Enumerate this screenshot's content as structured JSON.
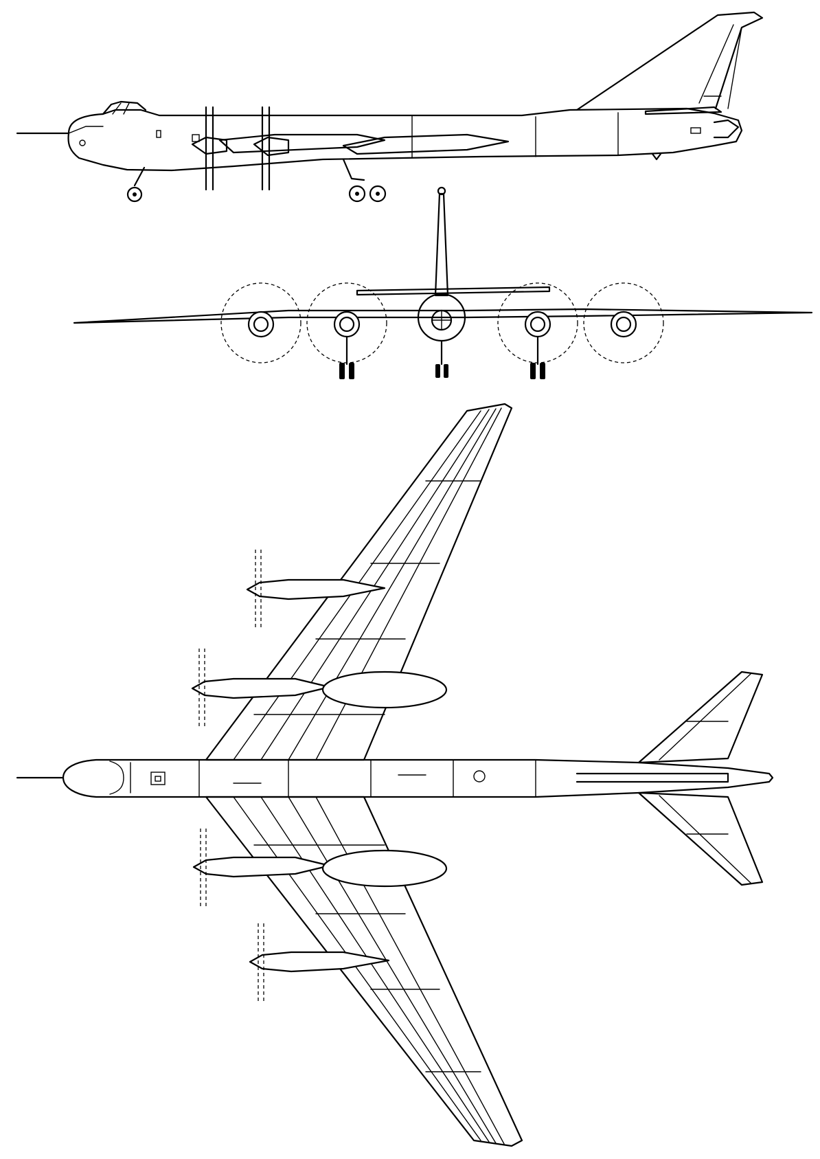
{
  "figure": {
    "views": [
      "side-view",
      "front-view",
      "top-view"
    ],
    "line_color": "#000000",
    "background_color": "#ffffff",
    "engine_count": 4,
    "propeller_type": "contra-rotating"
  }
}
